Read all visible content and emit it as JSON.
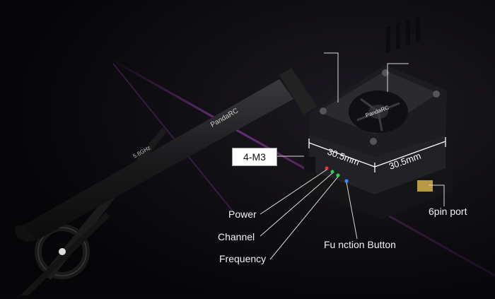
{
  "labels": {
    "mount": "4-M3",
    "width_dim": "30.5mm",
    "depth_dim": "30.5mm",
    "port": "6pin port",
    "power": "Power",
    "channel": "Channel",
    "frequency": "Frequency",
    "function_button": "Fu nction Button"
  },
  "branding": {
    "fan_logo": "PandaRC",
    "antenna_logo": "PandaRC",
    "antenna_band": "5.8GHz"
  },
  "colors": {
    "background": "#08070a",
    "glow": "#7a2a8c",
    "device": "#1c1c1f",
    "led_red": "#ff3030",
    "led_green": "#30d050",
    "led_blue": "#3a8cff"
  },
  "icons": {
    "fan": "cooling-fan-icon",
    "propeller": "propeller-icon"
  }
}
